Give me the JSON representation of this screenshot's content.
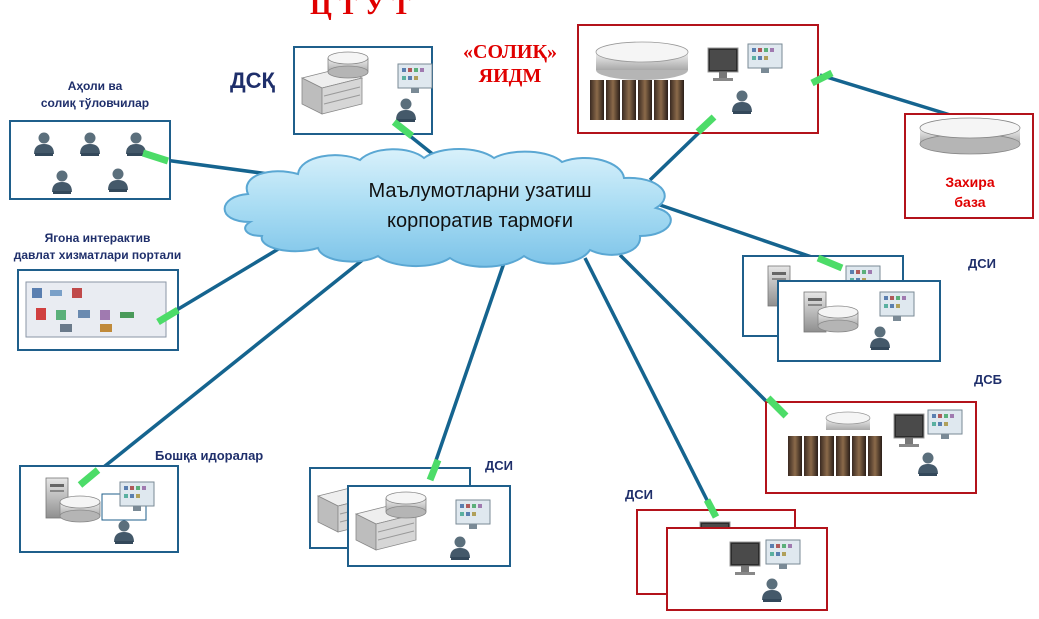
{
  "top_title_fragment": "Ц    Т  У  Т",
  "cloud": {
    "line1": "Маълумотларни узатиш",
    "line2": "корпоратив тармоғи"
  },
  "nodes": {
    "dsk": "ДСҚ",
    "soliq_line1": "«СОЛИҚ»",
    "soliq_line2": "ЯИДМ",
    "backup_line1": "Захира",
    "backup_line2": "база",
    "population_line1": "Аҳоли  ва",
    "population_line2": "солиқ тўловчилар",
    "portal_line1": "Ягона интерактив",
    "portal_line2": "давлат хизматлари портали",
    "other_orgs": "Бошқа идоралар",
    "dsi_right": "ДСИ",
    "dsb": "ДСБ",
    "dsi_center": "ДСИ",
    "dsi_bottom": "ДСИ"
  },
  "colors": {
    "blue_frame": "#1f5f8b",
    "red_frame": "#b3131b",
    "link_line": "#15648f",
    "connector": "#4cdc68",
    "cloud_fill": "#a8dcf3",
    "cloud_stroke": "#5aa7d3",
    "label_navy": "#1f2f6b",
    "label_red": "#e00000"
  }
}
